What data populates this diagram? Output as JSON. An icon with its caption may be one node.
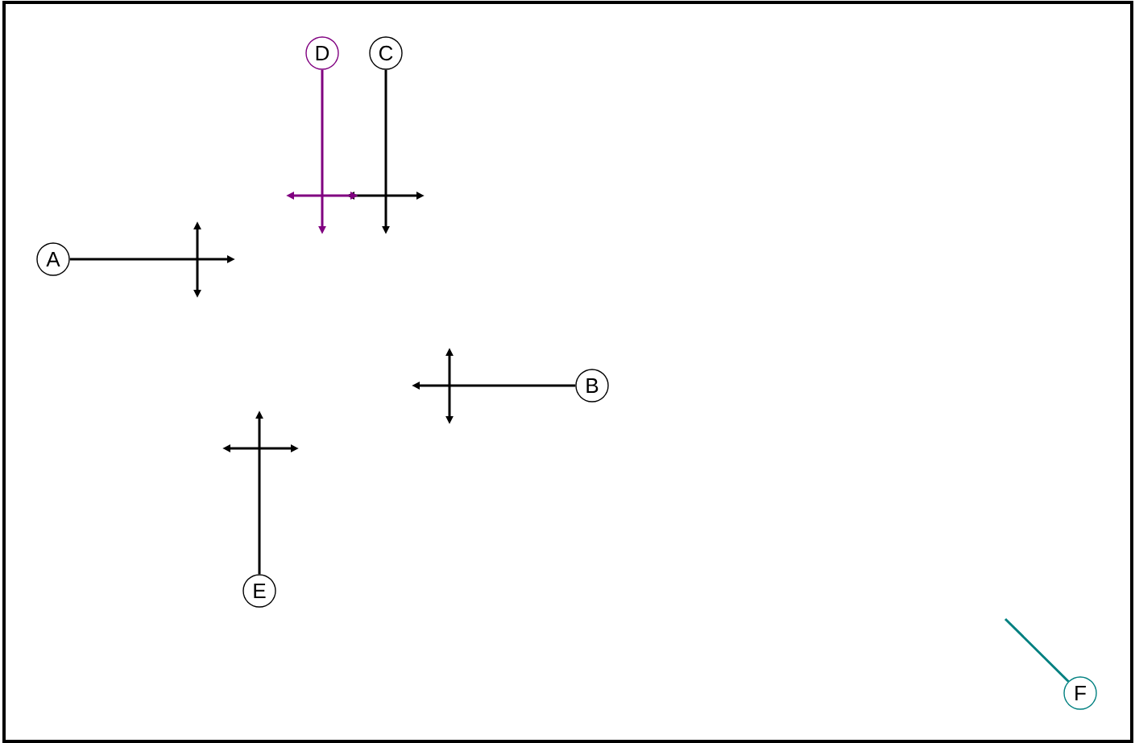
{
  "diagram": {
    "nodes": [
      {
        "text": [
          "A"
        ]
      },
      {
        "text": [
          "D"
        ]
      },
      {
        "text": [
          "C"
        ]
      },
      {
        "text": [
          "B"
        ]
      },
      {
        "text": [
          "E"
        ]
      },
      {
        "text": [
          "F"
        ]
      }
    ],
    "edges": [
      {
        "from": 0,
        "to": null,
        "arrow": "to"
      },
      {
        "from": 1,
        "to": null,
        "arrow": "to",
        "color": "#800080"
      },
      {
        "from": 2,
        "to": null,
        "arrow": "to"
      },
      {
        "from": 3,
        "to": null,
        "arrow": "to"
      },
      {
        "from": 4,
        "to": null,
        "arrow": "to"
      },
      {
        "from": 5,
        "to": null,
        "arrow": "none",
        "color": "#008080"
      }
    ]
  }
}
